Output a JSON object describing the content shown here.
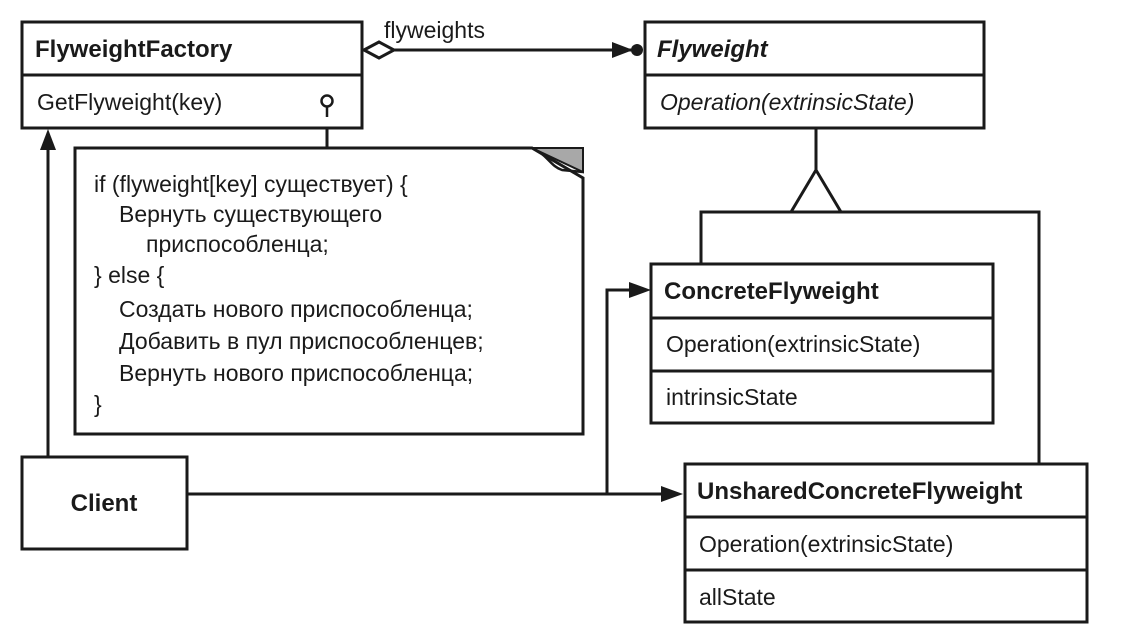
{
  "classes": {
    "factory": {
      "name": "FlyweightFactory",
      "operation": "GetFlyweight(key)"
    },
    "flyweight": {
      "name": "Flyweight",
      "operation": "Operation(extrinsicState)"
    },
    "concrete": {
      "name": "ConcreteFlyweight",
      "operation": "Operation(extrinsicState)",
      "attribute": "intrinsicState"
    },
    "unshared": {
      "name": "UnsharedConcreteFlyweight",
      "operation": "Operation(extrinsicState)",
      "attribute": "allState"
    },
    "client": {
      "name": "Client"
    }
  },
  "association_label": "flyweights",
  "note_lines": [
    "if (flyweight[key] существует) {",
    "Вернуть существующего",
    "приспособленца;",
    "} else {",
    "Создать нового приспособленца;",
    "Добавить в пул приспособленцев;",
    "Вернуть нового приспособленца;",
    "}"
  ],
  "colors": {
    "ink": "#1a1a1a",
    "note_fold": "#a8a8a8"
  }
}
